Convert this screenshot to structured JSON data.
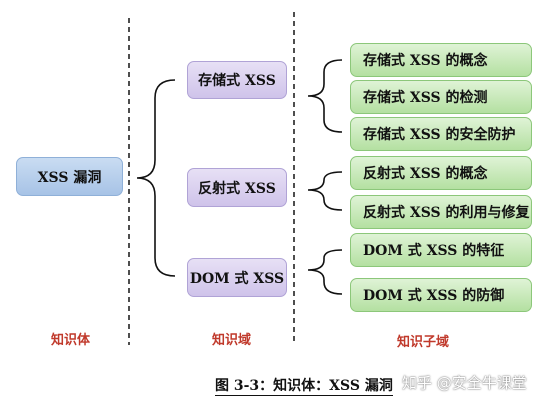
{
  "root": {
    "label": "XSS 漏洞"
  },
  "domains": [
    {
      "label": "存储式 XSS",
      "items": [
        "存储式 XSS 的概念",
        "存储式 XSS 的检测",
        "存储式 XSS 的安全防护"
      ]
    },
    {
      "label": "反射式 XSS",
      "items": [
        "反射式 XSS 的概念",
        "反射式 XSS 的利用与修复"
      ]
    },
    {
      "label": "DOM 式 XSS",
      "items": [
        "DOM 式 XSS 的特征",
        "DOM 式 XSS 的防御"
      ]
    }
  ],
  "column_labels": {
    "col1": "知识体",
    "col2": "知识域",
    "col3": "知识子域"
  },
  "caption": "图 3-3：知识体：XSS 漏洞",
  "watermark": "知乎 @安全牛课堂",
  "colors": {
    "root": "#a7c3e6",
    "domain": "#cfc3ea",
    "subdomain": "#b4e0a1",
    "label": "#c0392b"
  }
}
